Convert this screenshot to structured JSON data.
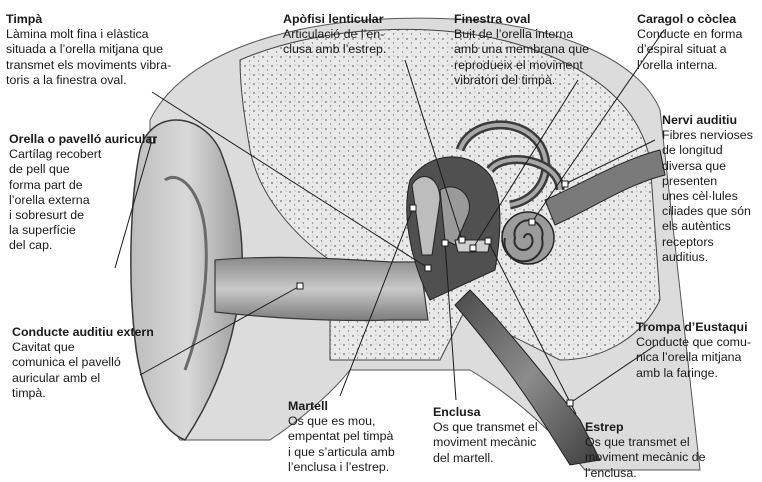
{
  "labels": {
    "timpa": {
      "title": "Timpà",
      "desc": "Làmina molt fina i elàstica\nsituada a l’orella mitjana que\ntransmet els moviments vibra-\ntoris a la finestra oval."
    },
    "apofisi": {
      "title": "Apòfisi lenticular",
      "desc": "Articulació de l’en-\nclusa amb l’estrep."
    },
    "finestra": {
      "title": "Finestra oval",
      "desc": "Buit de l’orella interna\namb una membrana que\nreprodueix el moviment\nvibratori del timpà."
    },
    "caragol": {
      "title": "Caragol o còclea",
      "desc": "Conducte en forma\nd’espiral situat a\nl’orella interna."
    },
    "pavello": {
      "title": "Orella o pavelló\nauricular",
      "desc": "Cartílag recobert\nde pell que\nforma part de\nl’orella externa\ni sobresurt de\nla superfície\ndel cap."
    },
    "nervi": {
      "title": "Nervi auditiu",
      "desc": "Fibres nervioses\nde longitud\ndiversa que\npresenten\nunes cèl·lules\nciliades que són\nels autèntics\nreceptors\nauditius."
    },
    "conducte": {
      "title": "Conducte auditiu\nextern",
      "desc": "Cavitat que\ncomunica el pavelló\nauricular amb el\ntimpà."
    },
    "trompa": {
      "title": "Trompa d’Eustaqui",
      "desc": "Conducte que comu-\nnica l’orella mitjana\namb la faringe."
    },
    "martell": {
      "title": "Martell",
      "desc": "Os que es mou,\nempentat pel timpà\ni que s’articula amb\nl’enclusa i l’estrep."
    },
    "enclusa": {
      "title": "Enclusa",
      "desc": "Os que transmet el\nmoviment mecànic\ndel martell."
    },
    "estrep": {
      "title": "Estrep",
      "desc": "Os que transmet el\nmoviment mecànic de\nl’enclusa."
    }
  }
}
